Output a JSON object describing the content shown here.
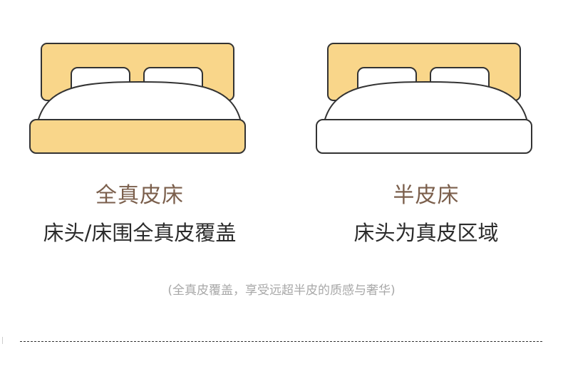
{
  "colors": {
    "leather": "#F9D68A",
    "outline": "#333333",
    "title_text": "#7B5F4C",
    "body_text": "#2B2B2B",
    "note_text": "#A8A8A8"
  },
  "full_leather": {
    "title": "全真皮床",
    "description": "床头/床围全真皮覆盖"
  },
  "half_leather": {
    "title": "半皮床",
    "description": "床头为真皮区域"
  },
  "note": "(全真皮覆盖，享受远超半皮的质感与奢华)"
}
